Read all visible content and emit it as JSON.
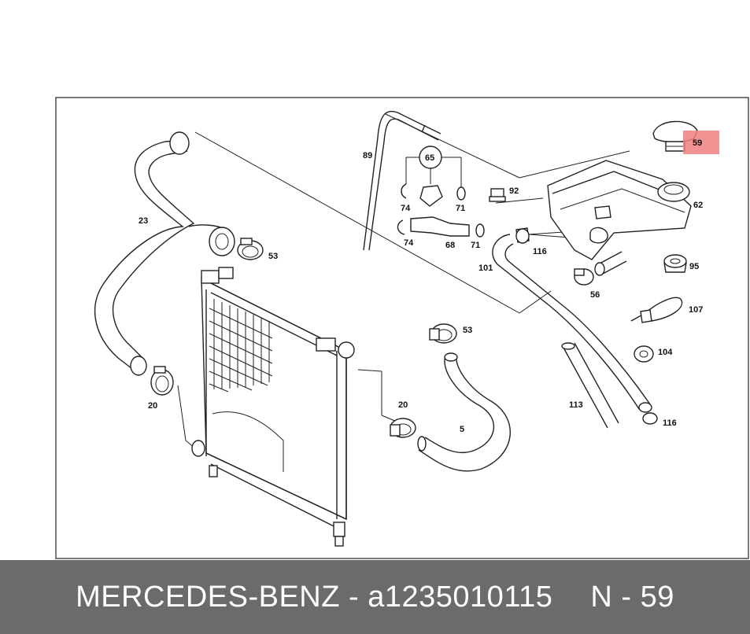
{
  "footer": {
    "brand": "MERCEDES-BENZ",
    "dash1": "-",
    "part_number": "a1235010115",
    "position": "N - 59"
  },
  "diagram": {
    "highlight_color": "#f08080",
    "callouts": {
      "c23": "23",
      "c53a": "53",
      "c20a": "20",
      "c89": "89",
      "c65": "65",
      "c74a": "74",
      "c71a": "71",
      "c74b": "74",
      "c68": "68",
      "c71b": "71",
      "c92": "92",
      "c59": "59",
      "c62": "62",
      "c116a": "116",
      "c101": "101",
      "c95": "95",
      "c56": "56",
      "c107": "107",
      "c53b": "53",
      "c104": "104",
      "c20b": "20",
      "c5": "5",
      "c113": "113",
      "c116b": "116"
    }
  }
}
